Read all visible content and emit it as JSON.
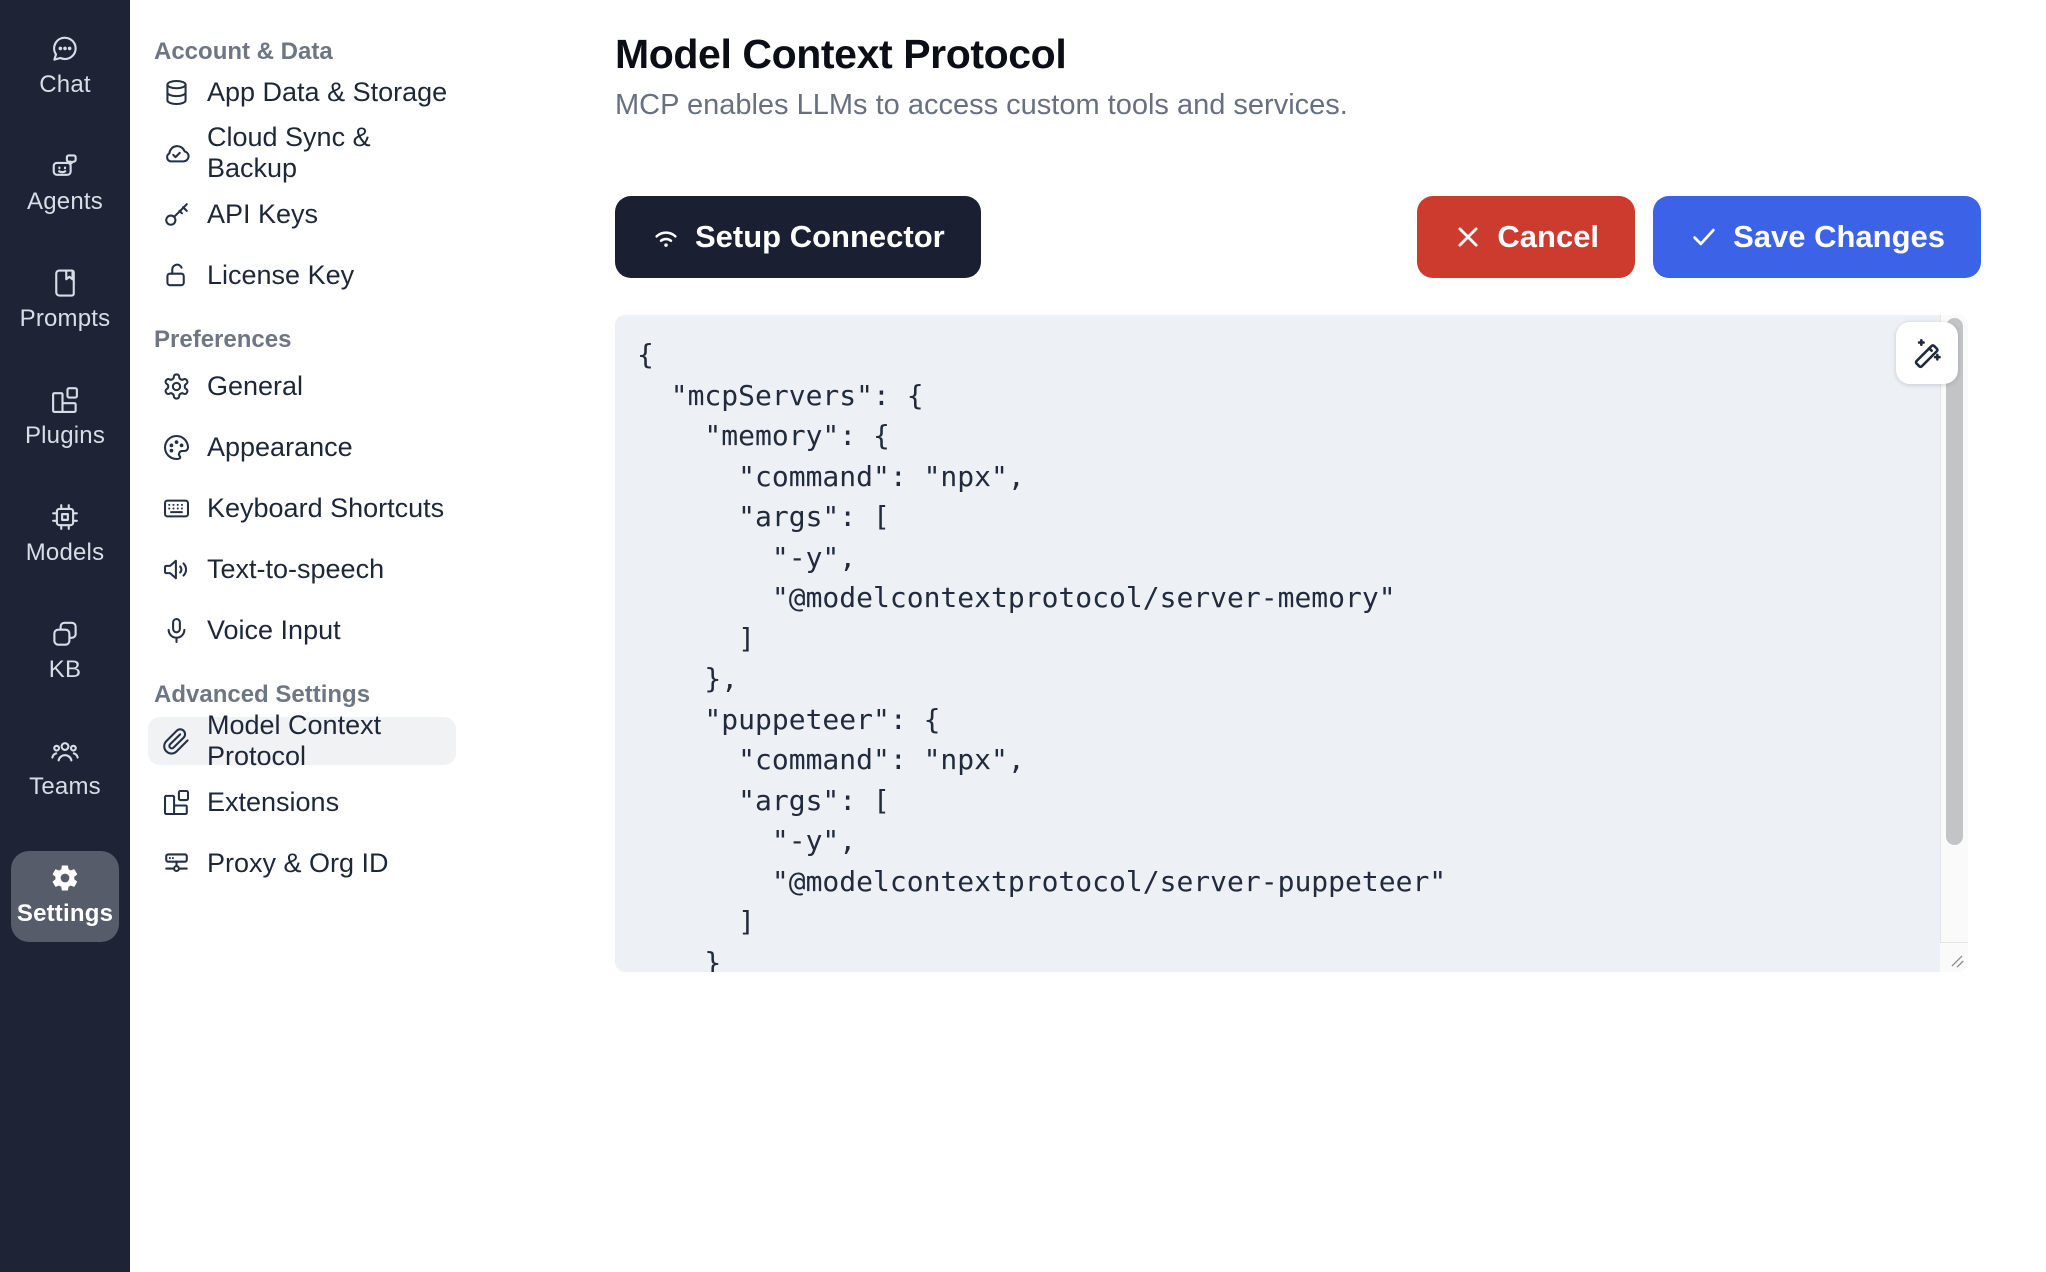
{
  "rail": {
    "items": [
      {
        "label": "Chat",
        "icon": "chat-icon"
      },
      {
        "label": "Agents",
        "icon": "robot-icon"
      },
      {
        "label": "Prompts",
        "icon": "book-icon"
      },
      {
        "label": "Plugins",
        "icon": "blocks-icon"
      },
      {
        "label": "Models",
        "icon": "cpu-icon"
      },
      {
        "label": "KB",
        "icon": "stack-icon"
      },
      {
        "label": "Teams",
        "icon": "users-icon"
      },
      {
        "label": "Settings",
        "icon": "gear-icon",
        "active": true
      }
    ]
  },
  "settings_nav": {
    "sections": [
      {
        "header": "Account & Data",
        "items": [
          {
            "label": "App Data & Storage",
            "icon": "database-icon"
          },
          {
            "label": "Cloud Sync & Backup",
            "icon": "cloud-check-icon"
          },
          {
            "label": "API Keys",
            "icon": "key-icon"
          },
          {
            "label": "License Key",
            "icon": "lock-open-icon"
          }
        ]
      },
      {
        "header": "Preferences",
        "items": [
          {
            "label": "General",
            "icon": "gear-outline-icon"
          },
          {
            "label": "Appearance",
            "icon": "palette-icon"
          },
          {
            "label": "Keyboard Shortcuts",
            "icon": "keyboard-icon"
          },
          {
            "label": "Text-to-speech",
            "icon": "speaker-icon"
          },
          {
            "label": "Voice Input",
            "icon": "microphone-icon"
          }
        ]
      },
      {
        "header": "Advanced Settings",
        "items": [
          {
            "label": "Model Context Protocol",
            "icon": "paperclip-icon",
            "selected": true
          },
          {
            "label": "Extensions",
            "icon": "blocks-icon"
          },
          {
            "label": "Proxy & Org ID",
            "icon": "server-network-icon"
          }
        ]
      }
    ]
  },
  "main": {
    "title": "Model Context Protocol",
    "subtitle": "MCP enables LLMs to access custom tools and services.",
    "setup_button": "Setup Connector",
    "cancel_button": "Cancel",
    "save_button": "Save Changes"
  },
  "editor": {
    "code": "{\n  \"mcpServers\": {\n    \"memory\": {\n      \"command\": \"npx\",\n      \"args\": [\n        \"-y\",\n        \"@modelcontextprotocol/server-memory\"\n      ]\n    },\n    \"puppeteer\": {\n      \"command\": \"npx\",\n      \"args\": [\n        \"-y\",\n        \"@modelcontextprotocol/server-puppeteer\"\n      ]\n    }",
    "format_icon": "wand-sparkles-icon"
  },
  "colors": {
    "sidebar_bg": "#1e2336",
    "rail_active_bg": "#575c6b",
    "setup_button_bg": "#1a2031",
    "cancel_red": "#cd3a2e",
    "save_blue": "#3c63e7",
    "editor_bg": "#edf0f5",
    "selected_nav_bg": "#f1f2f4",
    "code_text": "#212b3c"
  }
}
